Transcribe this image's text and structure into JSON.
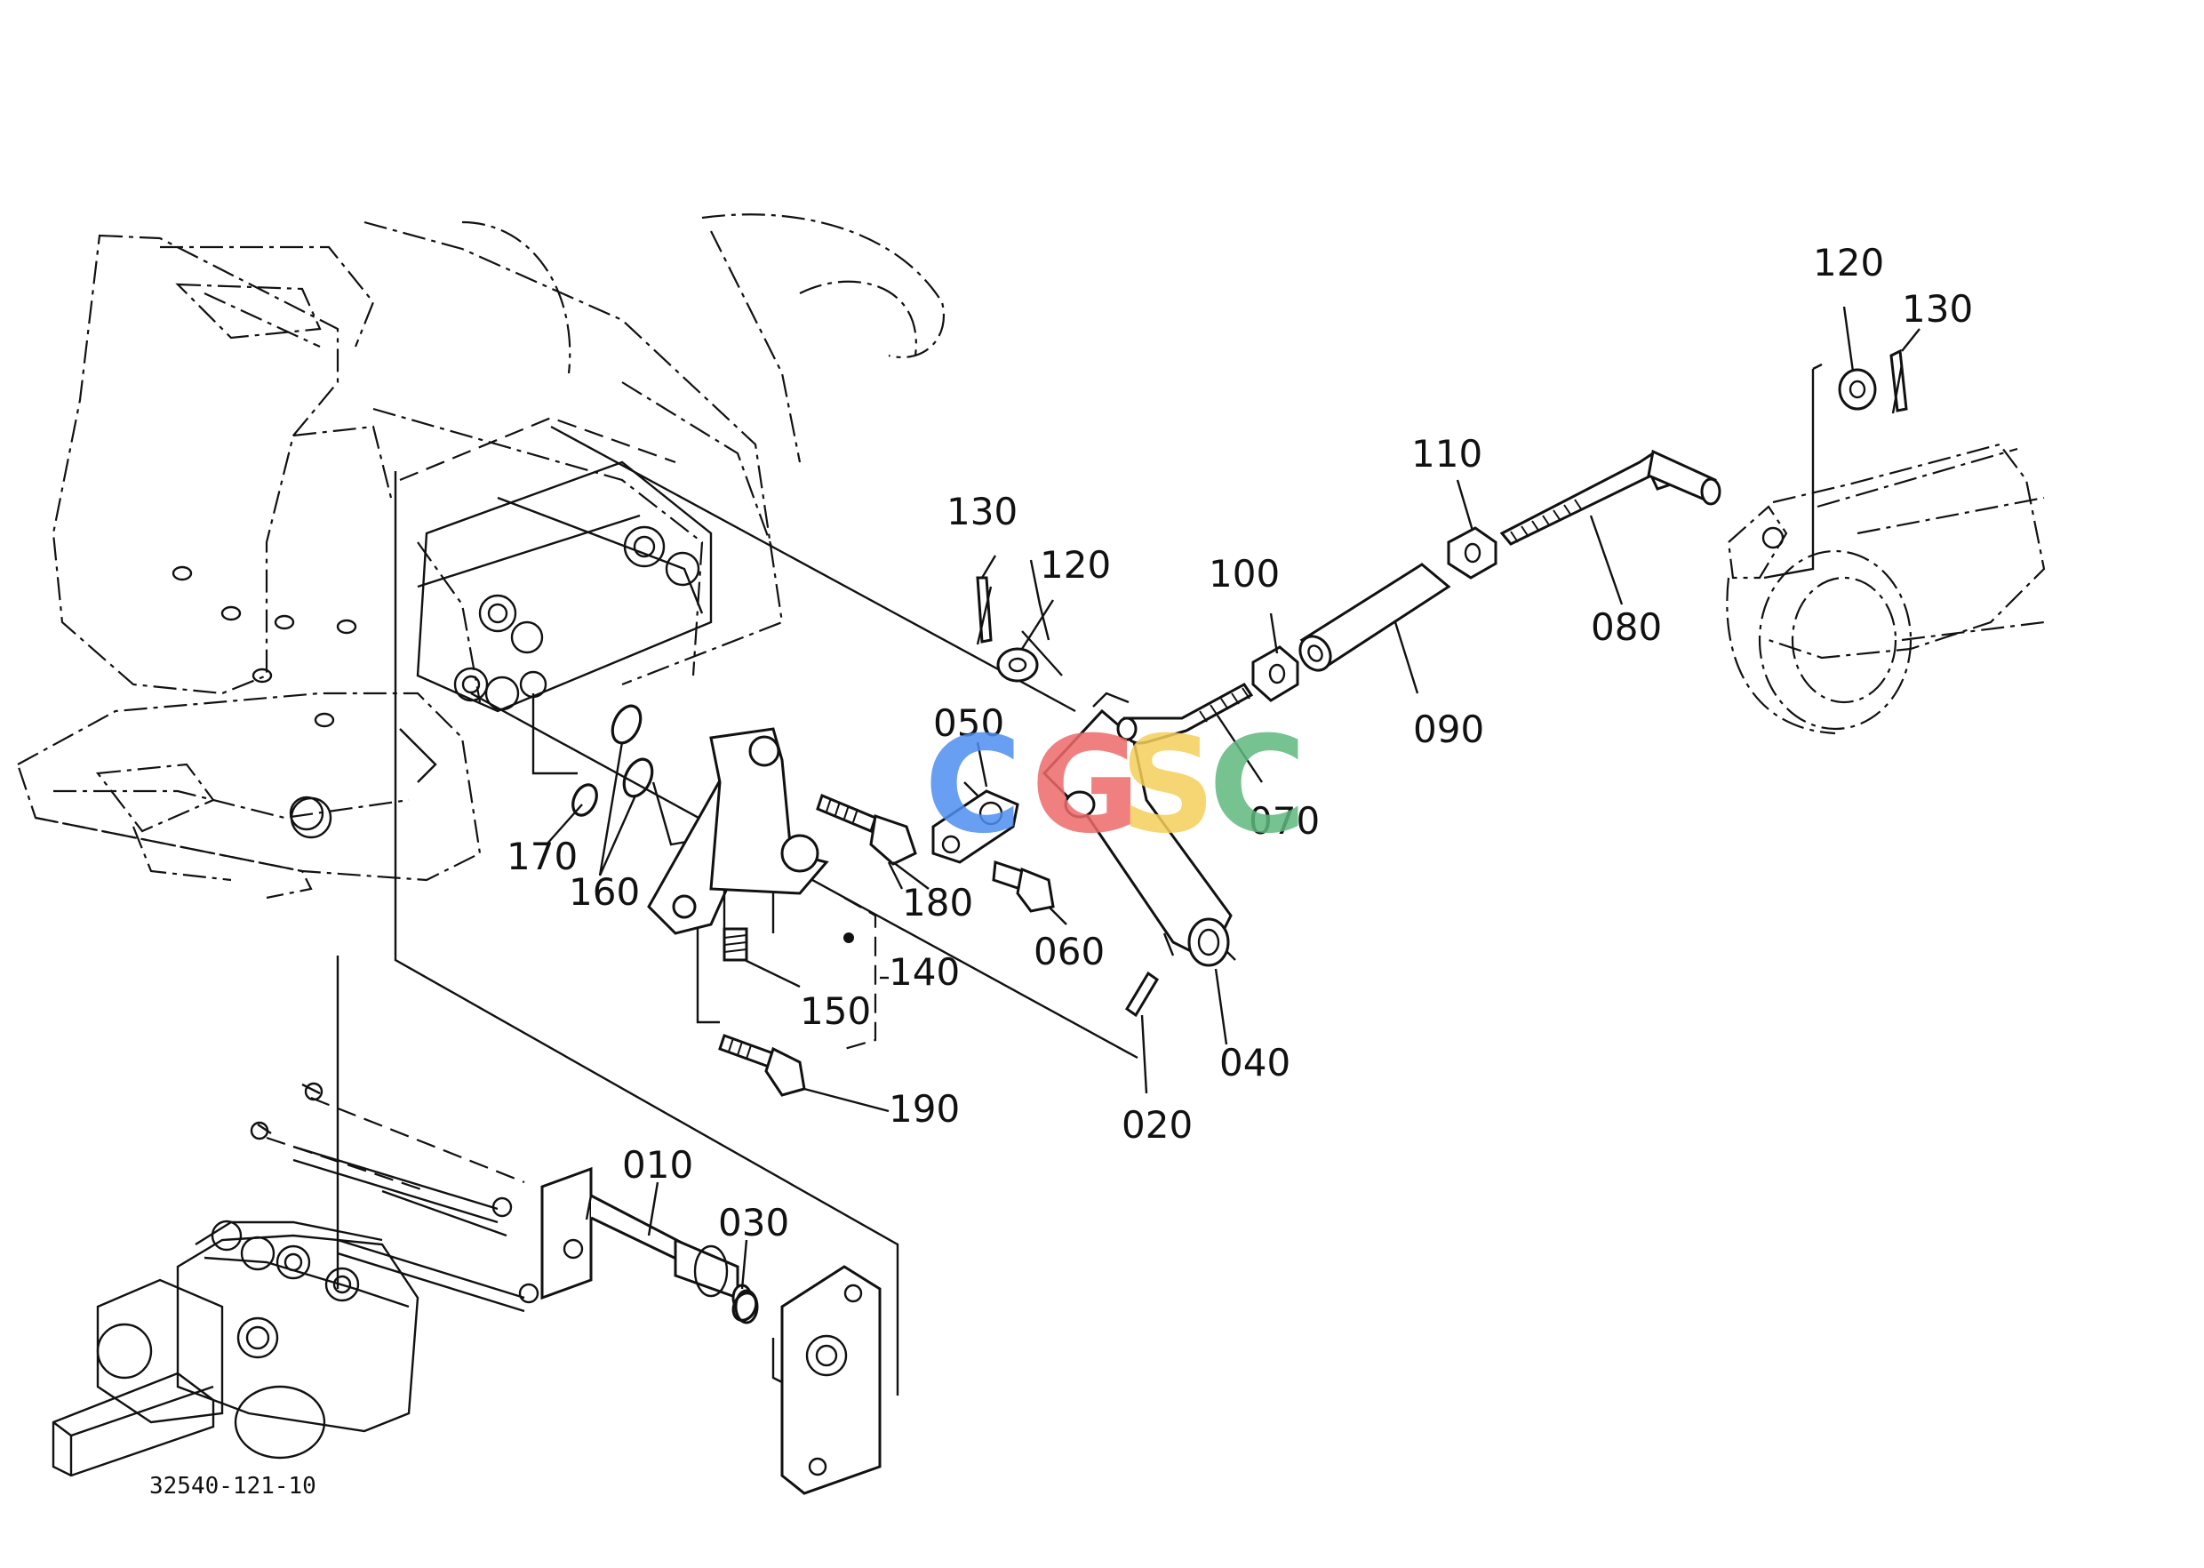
{
  "labels": {
    "p010": "010",
    "p020": "020",
    "p030": "030",
    "p040": "040",
    "p050": "050",
    "p060": "060",
    "p070": "070",
    "p080": "080",
    "p090": "090",
    "p100": "100",
    "p110": "110",
    "p120a": "120",
    "p120b": "120",
    "p130a": "130",
    "p130b": "130",
    "p140": "140",
    "p150": "150",
    "p160": "160",
    "p170": "170",
    "p180": "180",
    "p190": "190"
  },
  "drawing_code": "32540-121-10",
  "watermark": {
    "letters": [
      "C",
      "G",
      "S",
      "C"
    ],
    "colors": [
      "#4f8ff0",
      "#ee6a6a",
      "#f5cf5a",
      "#5fb87e"
    ]
  }
}
